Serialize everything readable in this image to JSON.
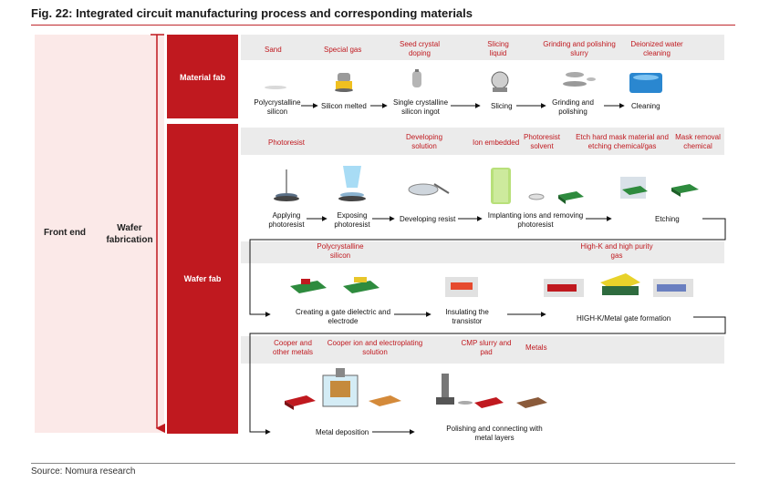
{
  "figure": {
    "title": "Fig. 22: Integrated circuit manufacturing process and corresponding materials",
    "source": "Source: Nomura research"
  },
  "hierarchy": {
    "front_end": "Front end",
    "wafer_fabrication": "Wafer fabrication",
    "material_fab": "Material fab",
    "wafer_fab": "Wafer fab"
  },
  "row1": {
    "materials": [
      "Sand",
      "Special gas",
      "Seed crystal doping",
      "Slicing liquid",
      "Grinding and polishing slurry",
      "Deionized water cleaning"
    ],
    "steps": [
      "Polycrystalline silicon",
      "Silicon melted",
      "Single crystalline silicon ingot",
      "Slicing",
      "Grinding and polishing",
      "Cleaning"
    ]
  },
  "row2": {
    "materials": [
      "Photoresist",
      "Developing solution",
      "Ion embedded",
      "Photoresist solvent",
      "Etch hard mask material and etching chemical/gas",
      "Mask removal chemical"
    ],
    "steps": [
      "Applying photoresist",
      "Exposing photoresist",
      "Developing resist",
      "Implanting ions and removing photoresist",
      "Etching"
    ]
  },
  "row3": {
    "materials": [
      "Polycrystalline silicon",
      "High-K and high purity gas"
    ],
    "steps": [
      "Creating a gate dielectric and electrode",
      "Insulating the transistor",
      "HIGH-K/Metal gate formation"
    ]
  },
  "row4": {
    "materials": [
      "Cooper and other metals",
      "Cooper ion and electroplating solution",
      "CMP slurry and pad",
      "Metals"
    ],
    "steps": [
      "Metal deposition",
      "Polishing and connecting with metal layers"
    ]
  },
  "colors": {
    "accent_red": "#c0191f",
    "panel_pink": "#fbe9e8",
    "band_grey": "#ebebeb"
  }
}
